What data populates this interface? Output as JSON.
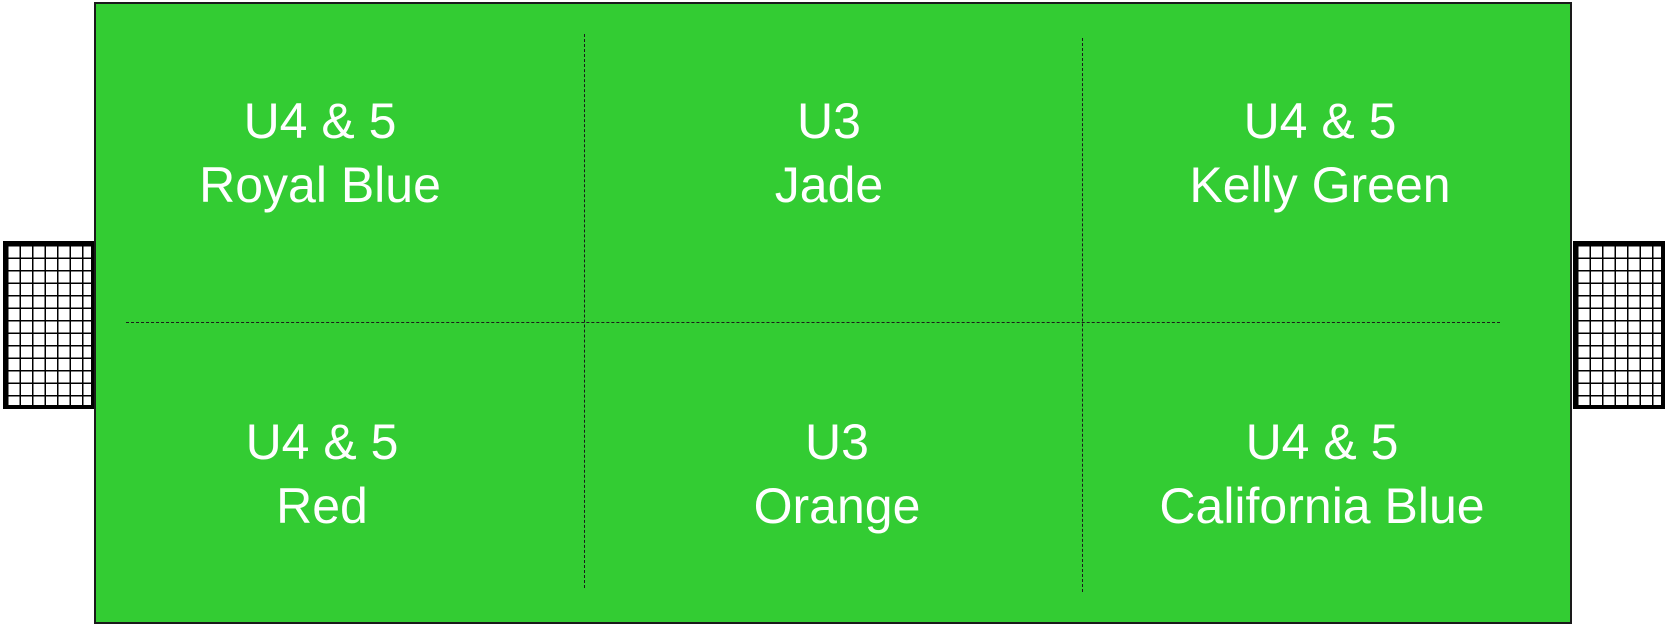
{
  "colors": {
    "field": "#33cc33",
    "lines": "#1a1a1a",
    "label_text": "#ffffff",
    "goal_frame": "#000000",
    "goal_net_background": "#ffffff"
  },
  "fields": [
    {
      "age": "U4 & 5",
      "team": "Royal Blue"
    },
    {
      "age": "U3",
      "team": "Jade"
    },
    {
      "age": "U4 & 5",
      "team": "Kelly Green"
    },
    {
      "age": "U4 & 5",
      "team": "Red"
    },
    {
      "age": "U3",
      "team": "Orange"
    },
    {
      "age": "U4 & 5",
      "team": "California Blue"
    }
  ]
}
